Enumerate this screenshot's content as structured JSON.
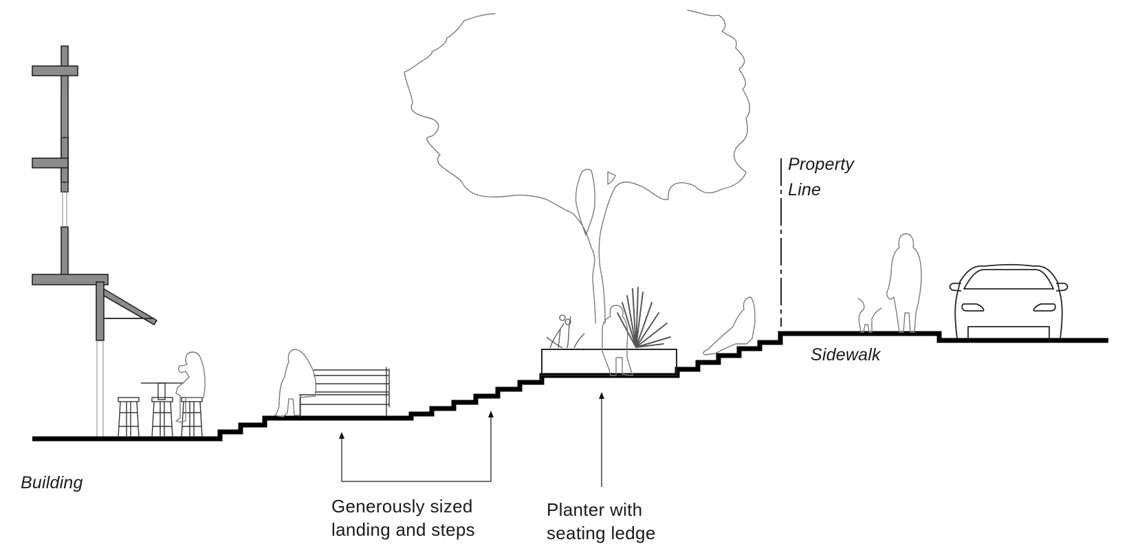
{
  "diagram": {
    "type": "street-section",
    "labels": {
      "building": "Building",
      "property_line_1": "Property",
      "property_line_2": "Line",
      "sidewalk": "Sidewalk",
      "landing_1": "Generously sized",
      "landing_2": "landing and steps",
      "planter_1": "Planter with",
      "planter_2": "seating ledge"
    },
    "elements": [
      "building-facade",
      "awning",
      "cafe-table-with-stools",
      "seated-person-cafe",
      "bench",
      "seated-person-bench",
      "stair-landing",
      "tree",
      "planter",
      "yucca-plant",
      "flowering-shrub",
      "seated-person-planter",
      "reclining-person-steps",
      "property-line",
      "dog",
      "walking-person",
      "car"
    ],
    "colors": {
      "ground": "#000000",
      "structure": "#8c8c8c",
      "outline": "#7a7a7a",
      "text": "#1a1a1a"
    }
  }
}
